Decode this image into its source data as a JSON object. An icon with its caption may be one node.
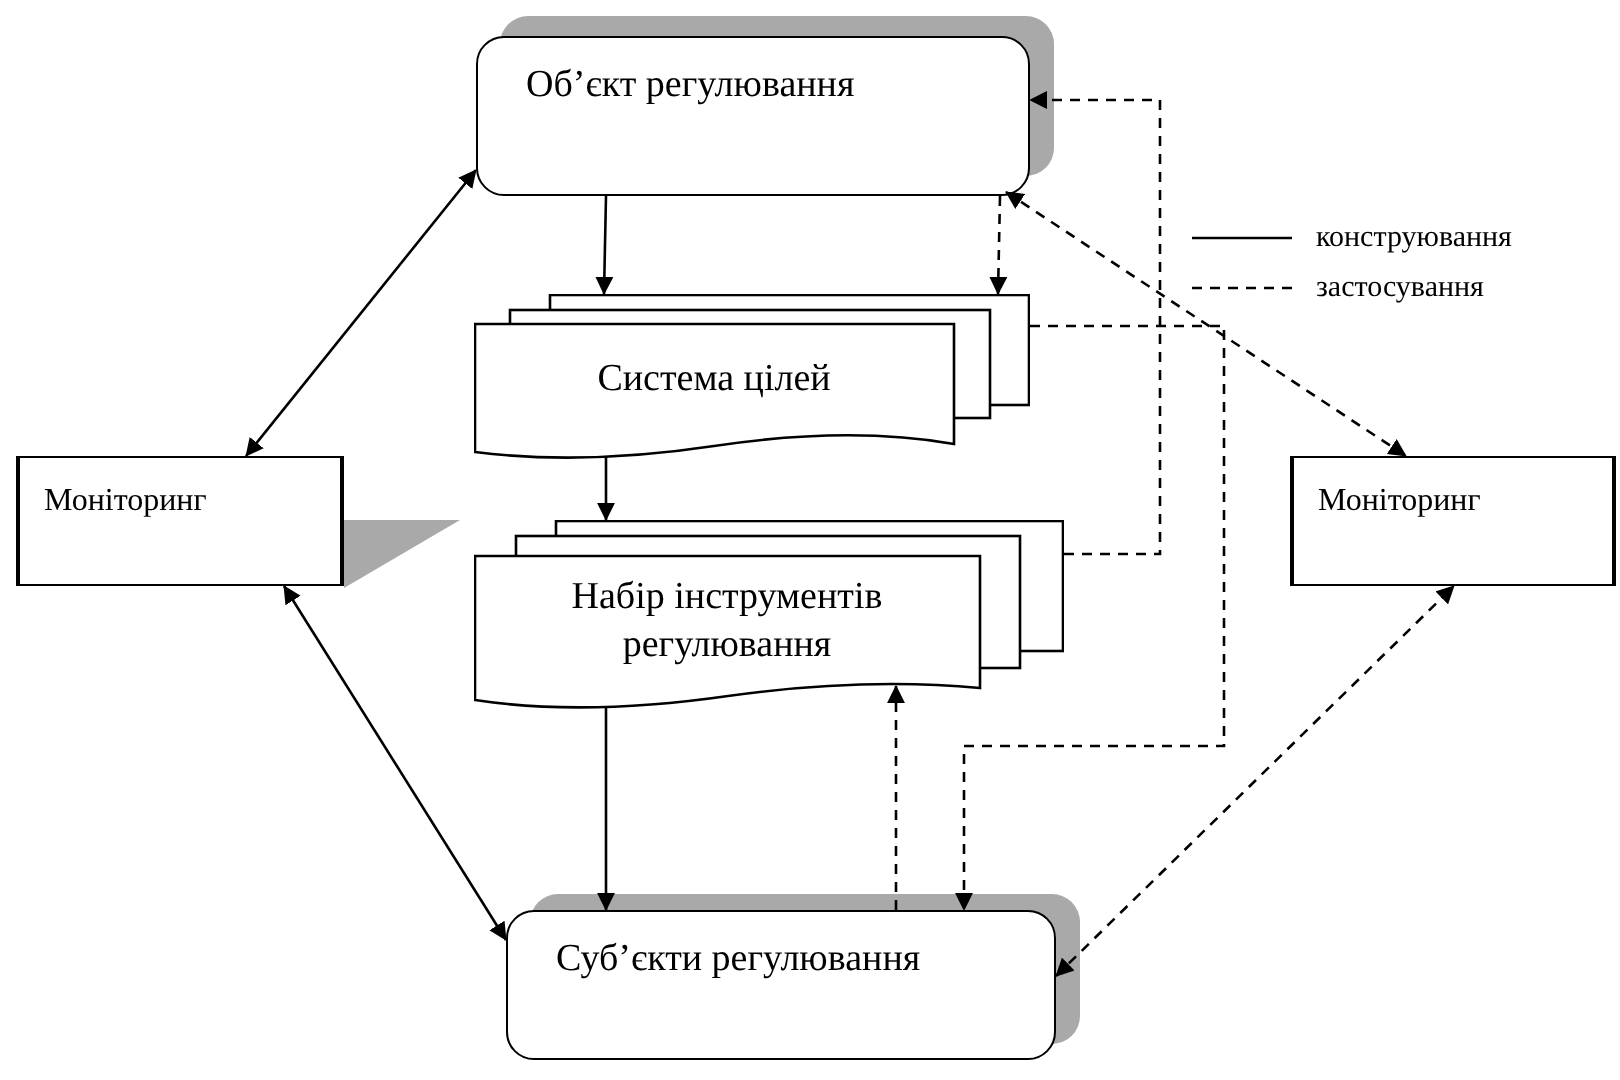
{
  "diagram": {
    "nodes": [
      {
        "text": [
          "Об’єкт регулювання"
        ]
      },
      {
        "text": [
          "Система цілей"
        ]
      },
      {
        "text": [
          "Моніторинг"
        ]
      },
      {
        "text": [
          "Набір інструментів регулювання"
        ]
      },
      {
        "text": [
          "Моніторинг"
        ]
      },
      {
        "text": [
          "Суб’єкти регулювання"
        ]
      }
    ],
    "edges": [
      {
        "from": 0,
        "to": 1,
        "arrow": "to"
      },
      {
        "from": 1,
        "to": 3,
        "arrow": "to"
      },
      {
        "from": 3,
        "to": 5,
        "arrow": "to"
      },
      {
        "from": 0,
        "to": 2,
        "arrow": "both"
      },
      {
        "from": 2,
        "to": 5,
        "arrow": "both"
      },
      {
        "from": 1,
        "to": 5,
        "arrow": "to",
        "style": "dashed"
      },
      {
        "from": 3,
        "to": 0,
        "arrow": "to",
        "style": "dashed"
      },
      {
        "from": 0,
        "to": 4,
        "arrow": "both",
        "style": "dashed"
      },
      {
        "from": 0,
        "to": 1,
        "arrow": "to",
        "style": "dashed"
      },
      {
        "from": 5,
        "to": 3,
        "arrow": "to",
        "style": "dashed"
      },
      {
        "from": 5,
        "to": 4,
        "arrow": "both",
        "style": "dashed"
      }
    ],
    "legend": [
      {
        "text": "конструювання"
      },
      {
        "text": "застосування"
      }
    ]
  }
}
